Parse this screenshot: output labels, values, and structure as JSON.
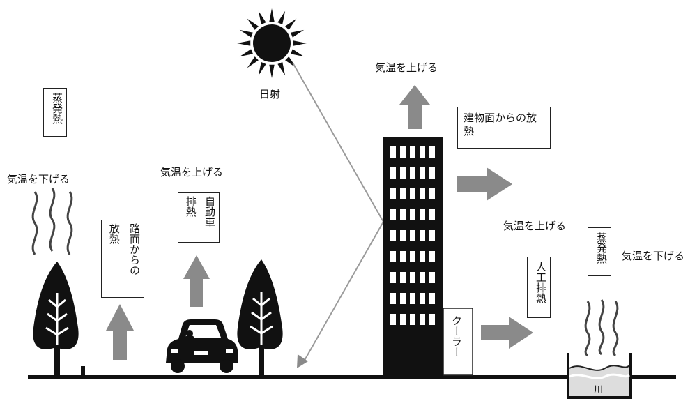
{
  "labels": {
    "sun": "日射",
    "raise_top": "気温を上げる",
    "building_radiation": "建物面からの放熱",
    "left_evap": "蒸発熱",
    "left_lower": "気温を下げる",
    "car_raise": "気温を上げる",
    "car_exhaust_line1": "自動車",
    "car_exhaust_line2": "排熱",
    "road_line1": "路面からの",
    "road_line2": "放熱",
    "right_raise": "気温を上げる",
    "artificial": "人工排熱",
    "right_evap": "蒸発熱",
    "right_lower": "気温を下げる",
    "cooler": "クーラー",
    "river": "川"
  },
  "colors": {
    "arrow_gray": "#8a8a8a",
    "building_black": "#111111",
    "window_white": "#ffffff"
  }
}
